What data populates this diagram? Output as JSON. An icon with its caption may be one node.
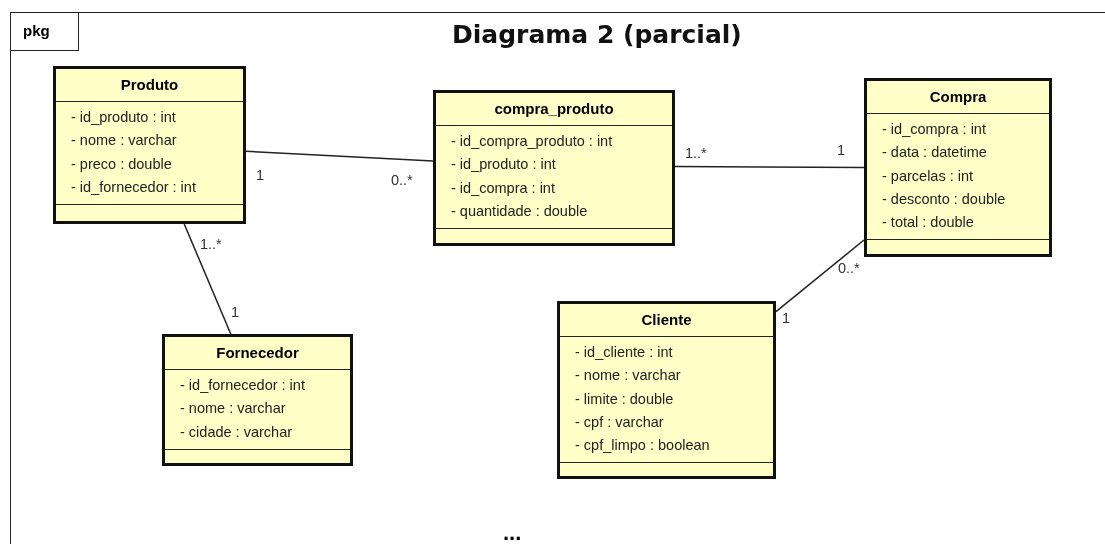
{
  "diagram": {
    "title": "Diagrama 2 (parcial)",
    "nodes": [
      {
        "text": [
          "pkg"
        ]
      },
      {
        "text": [
          "Produto",
          "- id_produto : int",
          "- nome : varchar",
          "- preco : double",
          "- id_fornecedor : int"
        ],
        "in": 0
      },
      {
        "text": [
          "compra_produto",
          "- id_compra_produto : int",
          "- id_produto : int",
          "- id_compra : int",
          "- quantidade : double"
        ],
        "in": 0
      },
      {
        "text": [
          "Compra",
          "- id_compra : int",
          "- data : datetime",
          "- parcelas : int",
          "- desconto : double",
          "- total : double"
        ],
        "in": 0
      },
      {
        "text": [
          "Fornecedor",
          "- id_fornecedor : int",
          "- nome : varchar",
          "- cidade : varchar"
        ],
        "in": 0
      },
      {
        "text": [
          "Cliente",
          "- id_cliente : int",
          "- nome : varchar",
          "- limite : double",
          "- cpf : varchar",
          "- cpf_limpo : boolean"
        ],
        "in": 0
      }
    ],
    "edges": [
      {
        "from": 1,
        "to": 2,
        "arrow": "none"
      },
      {
        "from": 2,
        "to": 3,
        "arrow": "none"
      },
      {
        "from": 1,
        "to": 4,
        "arrow": "none"
      },
      {
        "from": 5,
        "to": 3,
        "arrow": "none"
      }
    ],
    "labels": [
      "1",
      "0..*",
      "1..*",
      "1",
      "1..*",
      "1",
      "0..*",
      "1",
      "..."
    ]
  }
}
